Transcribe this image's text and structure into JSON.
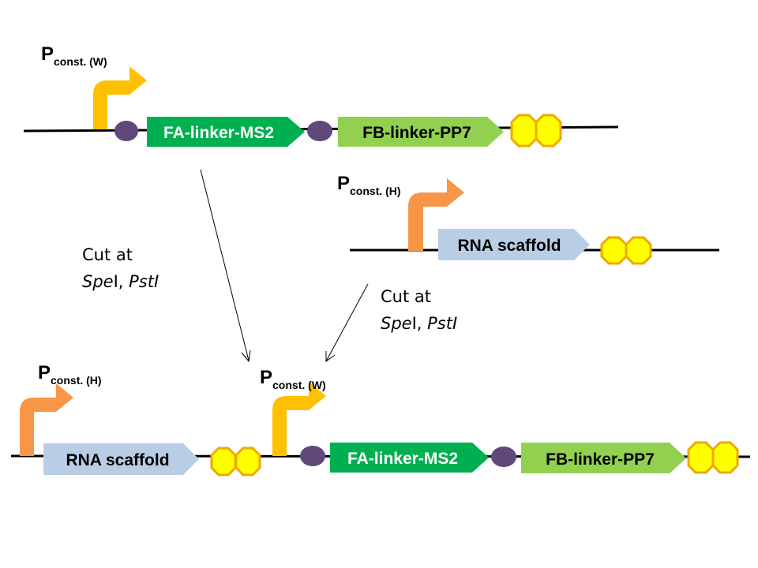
{
  "promoters": {
    "top_w": {
      "base": "P",
      "sub": "const. (W)"
    },
    "mid_h": {
      "base": "P",
      "sub": "const. (H)"
    },
    "bottom_h": {
      "base": "P",
      "sub": "const. (H)"
    },
    "bottom_w": {
      "base": "P",
      "sub": "const. (W)"
    }
  },
  "genes": {
    "fa_linker_ms2": "FA-linker-MS2",
    "fb_linker_pp7": "FB-linker-PP7",
    "rna_scaffold": "RNA scaffold"
  },
  "cut_labels": {
    "left": {
      "line1": "Cut at",
      "enzyme1": "Spe",
      "enzyme1_suffix": "I, ",
      "enzyme2": "PstI"
    },
    "right": {
      "line1": "Cut at",
      "enzyme1": "Spe",
      "enzyme1_suffix": "I, ",
      "enzyme2": "PstI"
    }
  },
  "colors": {
    "promoter_w": "#FFC000",
    "promoter_h": "#F79646",
    "fa_gene": "#00B050",
    "fb_gene": "#92D050",
    "rna_scaffold": "#B9CDE5",
    "rbs": "#5F497A",
    "terminator_fill": "#FFFF00",
    "terminator_stroke": "#F0A800"
  }
}
